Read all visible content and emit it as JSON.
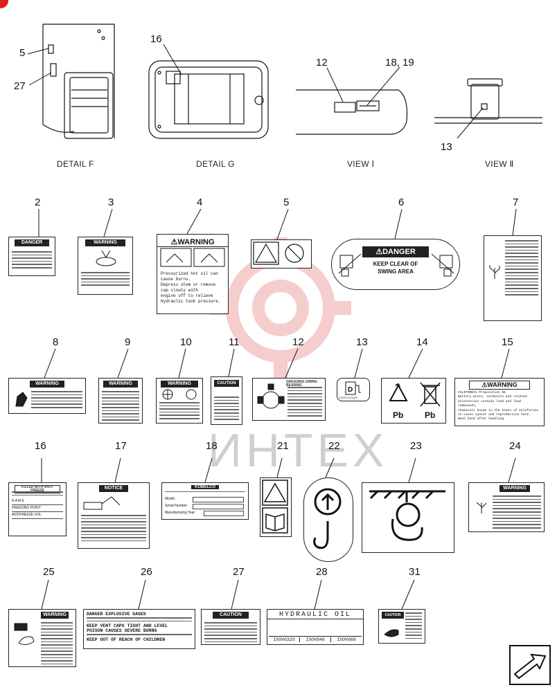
{
  "colors": {
    "ink": "#111111",
    "watermark": "#f2c4c4",
    "corner_mark": "#e02020"
  },
  "details": [
    {
      "id": "detail-f",
      "caption": "DETAIL F",
      "callouts": [
        "5",
        "27"
      ]
    },
    {
      "id": "detail-g",
      "caption": "DETAIL G",
      "callouts": [
        "16"
      ]
    },
    {
      "id": "view-1",
      "caption": "VIEW Ⅰ",
      "callouts": [
        "12",
        "18, 19"
      ]
    },
    {
      "id": "view-2",
      "caption": "VIEW Ⅱ",
      "callouts": [
        "13"
      ]
    }
  ],
  "watermark": {
    "text": "ИНТЕХ"
  },
  "decals": {
    "d2": {
      "num": "2",
      "header": "DANGER"
    },
    "d3": {
      "num": "3",
      "header": "WARNING"
    },
    "d4": {
      "num": "4",
      "header": "WARNING",
      "lines": [
        "Pressurized hot oil can",
        "cause burns.",
        "Depress stem or remove",
        "cap slowly with",
        "engine off to relieve",
        "Hydraulic tank pressure."
      ]
    },
    "d5": {
      "num": "5"
    },
    "d6": {
      "num": "6",
      "header": "DANGER",
      "lines": [
        "KEEP CLEAR OF",
        "SWING AREA"
      ]
    },
    "d7": {
      "num": "7"
    },
    "d8": {
      "num": "8",
      "header": "WARNING"
    },
    "d9": {
      "num": "9",
      "header": "WARNING"
    },
    "d10": {
      "num": "10",
      "header": "WARNING"
    },
    "d11": {
      "num": "11",
      "header": "CAUTION"
    },
    "d12": {
      "num": "12",
      "header": "GREASING SWING BEARING"
    },
    "d13": {
      "num": "13",
      "code": "PA20Y3101(P)"
    },
    "d14": {
      "num": "14",
      "labels": [
        "Pb",
        "Pb"
      ]
    },
    "d15": {
      "num": "15",
      "header": "WARNING",
      "lines": [
        "CALIFORNIA Proposition 65",
        "Battery posts, terminals and related",
        "accessories contain lead and lead compounds,",
        "chemicals known to the State of California",
        "to cause cancer and reproductive harm.",
        "Wash hand after handling."
      ]
    },
    "d16": {
      "num": "16",
      "header": "FILLED WITH ANTI-FREEZE",
      "rows": [
        "N A M E",
        "FREEZING POINT",
        "ANTIFREEZE VOL"
      ]
    },
    "d17": {
      "num": "17",
      "header": "NOTICE"
    },
    "d18": {
      "num": "18",
      "header": "KOBELCO",
      "fields": [
        "Model:",
        "Serial Number:",
        "Manufacturing Year:"
      ]
    },
    "d21": {
      "num": "21"
    },
    "d22": {
      "num": "22"
    },
    "d23": {
      "num": "23"
    },
    "d24": {
      "num": "24",
      "header": "WARNING"
    },
    "d25": {
      "num": "25",
      "header": "WARNING"
    },
    "d26": {
      "num": "26",
      "lines": [
        "DANGER EXPLOSIVE GASES",
        "KEEP VENT CAPS TIGHT AND LEVEL",
        "POISON CAUSES SEVERE BURNS",
        "KEEP OUT OF REACH OF CHILDREN"
      ]
    },
    "d27": {
      "num": "27",
      "header": "CAUTION"
    },
    "d28": {
      "num": "28",
      "title": "HYDRAULIC OIL",
      "grades": [
        "ISOVG32S",
        "ISOVG46",
        "ISOVG68"
      ]
    },
    "d31": {
      "num": "31",
      "header": "CAUTION"
    }
  }
}
